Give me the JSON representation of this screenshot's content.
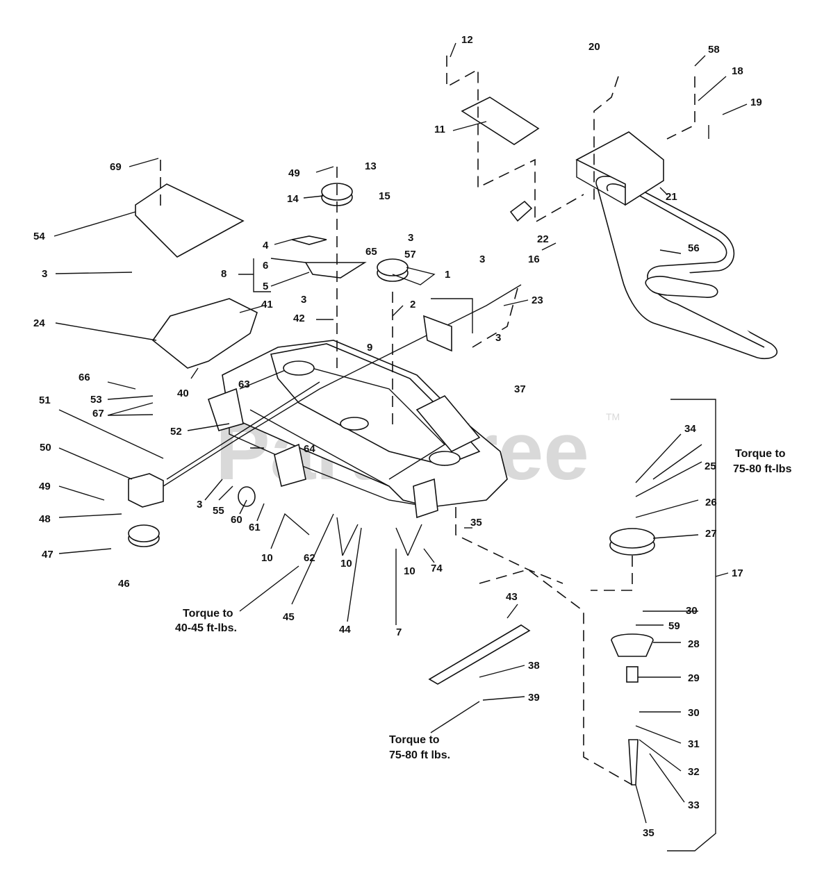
{
  "watermark": {
    "text": "PartsTree",
    "trademark": "TM"
  },
  "callouts": [
    "12",
    "20",
    "58",
    "18",
    "19",
    "11",
    "21",
    "69",
    "49",
    "13",
    "14",
    "15",
    "54",
    "4",
    "3",
    "57",
    "65",
    "6",
    "8",
    "5",
    "1",
    "3",
    "3",
    "16",
    "22",
    "23",
    "2",
    "24",
    "41",
    "3",
    "42",
    "9",
    "3",
    "66",
    "53",
    "67",
    "40",
    "37",
    "63",
    "51",
    "52",
    "64",
    "50",
    "34",
    "25",
    "26",
    "27",
    "49",
    "3",
    "55",
    "60",
    "61",
    "48",
    "47",
    "46",
    "10",
    "62",
    "45",
    "44",
    "10",
    "10",
    "74",
    "7",
    "35",
    "17",
    "43",
    "30",
    "59",
    "28",
    "29",
    "38",
    "39",
    "30",
    "31",
    "32",
    "33",
    "35",
    "56"
  ],
  "notes": {
    "torque_40_line1": "Torque to",
    "torque_40_line2": "40-45 ft-lbs.",
    "torque_75a_line1": "Torque to",
    "torque_75a_line2": "75-80 ft-lbs",
    "torque_75b_line1": "Torque to",
    "torque_75b_line2": "75-80 ft lbs."
  }
}
